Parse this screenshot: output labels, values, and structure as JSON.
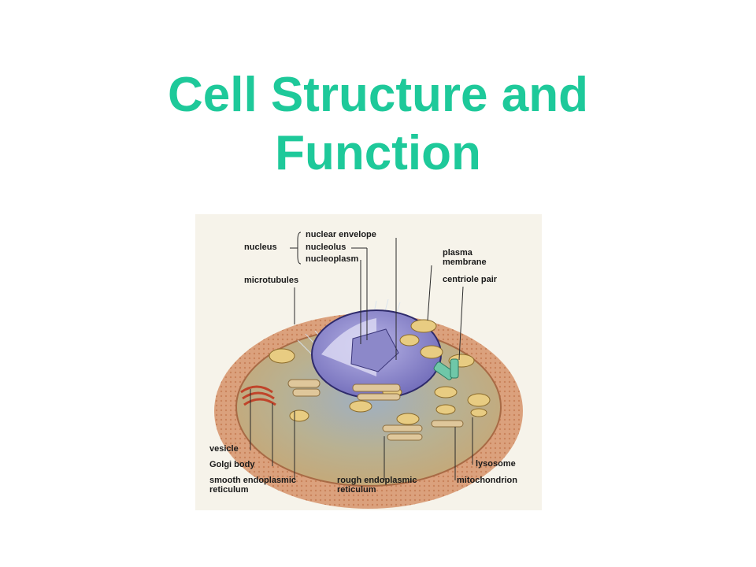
{
  "slide": {
    "title_line1": "Cell Structure and",
    "title_line2": "Function",
    "title_color": "#1ec99a"
  },
  "diagram": {
    "labels": {
      "nucleus": "nucleus",
      "nuclear_envelope": "nuclear envelope",
      "nucleolus": "nucleolus",
      "nucleoplasm": "nucleoplasm",
      "plasma_membrane_1": "plasma",
      "plasma_membrane_2": "membrane",
      "microtubules": "microtubules",
      "centriole_pair": "centriole pair",
      "vesicle": "vesicle",
      "golgi_body": "Golgi body",
      "smooth_er_1": "smooth endoplasmic",
      "smooth_er_2": "reticulum",
      "rough_er_1": "rough endoplasmic",
      "rough_er_2": "reticulum",
      "lysosome": "lysosome",
      "mitochondrion": "mitochondrion"
    }
  }
}
